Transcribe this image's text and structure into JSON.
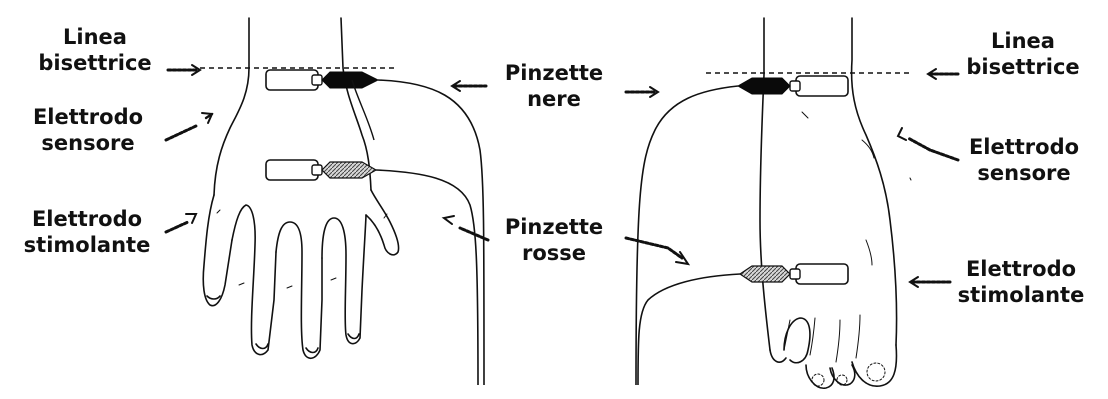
{
  "labels": {
    "left_linea_line1": "Linea",
    "left_linea_line2": "bisettrice",
    "left_sensore_line1": "Elettrodo",
    "left_sensore_line2": "sensore",
    "left_stimolante_line1": "Elettrodo",
    "left_stimolante_line2": "stimolante",
    "pinzette_nere_line1": "Pinzette",
    "pinzette_nere_line2": "nere",
    "pinzette_rosse_line1": "Pinzette",
    "pinzette_rosse_line2": "rosse",
    "right_linea_line1": "Linea",
    "right_linea_line2": "bisettrice",
    "right_sensore_line1": "Elettrodo",
    "right_sensore_line2": "sensore",
    "right_stimolante_line1": "Elettrodo",
    "right_stimolante_line2": "stimolante"
  },
  "colors": {
    "ink": "#111111",
    "clip_black": "#0a0a0a",
    "clip_gray": "#8a8a8a"
  }
}
